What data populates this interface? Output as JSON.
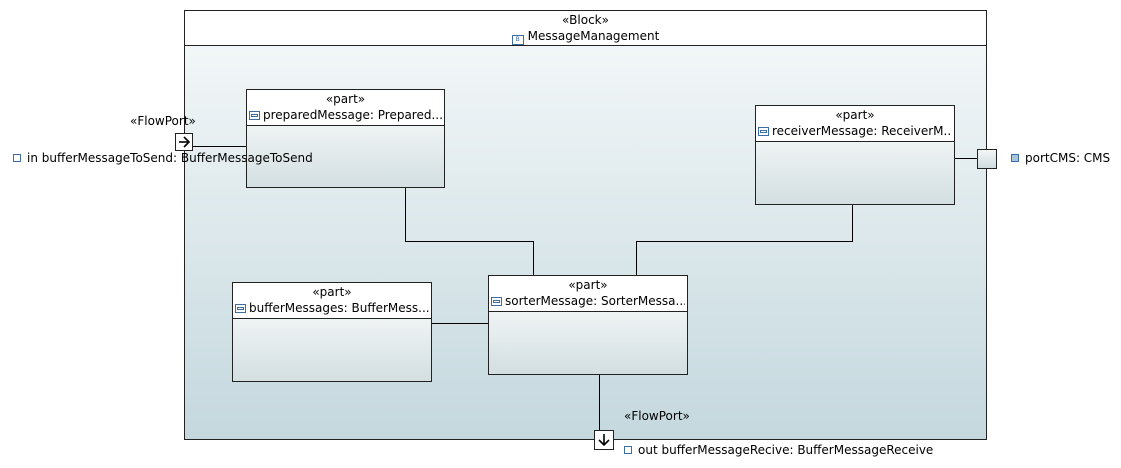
{
  "block": {
    "stereotype": "«Block»",
    "name": "MessageManagement"
  },
  "parts": [
    {
      "stereotype": "«part»",
      "name": "preparedMessage: Prepared..."
    },
    {
      "stereotype": "«part»",
      "name": "receiverMessage: ReceiverM..."
    },
    {
      "stereotype": "«part»",
      "name": "bufferMessages: BufferMess..."
    },
    {
      "stereotype": "«part»",
      "name": "sorterMessage: SorterMessa..."
    }
  ],
  "ports": {
    "in_port": {
      "stereotype": "«FlowPort»",
      "label": "in bufferMessageToSend: BufferMessageToSend",
      "icon": "arrow-right-icon"
    },
    "out_port": {
      "stereotype": "«FlowPort»",
      "label": "out bufferMessageRecive: BufferMessageReceive",
      "icon": "arrow-down-icon"
    },
    "cms_port": {
      "label": "portCMS: CMS"
    }
  }
}
